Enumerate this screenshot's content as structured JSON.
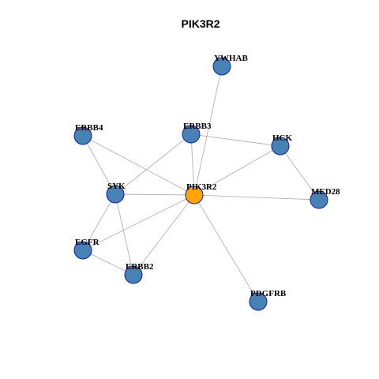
{
  "title": "PIK3R2",
  "colors": {
    "center_node": "#FFA500",
    "node": "#4682B4",
    "node_border": "#1A1AA8",
    "edge": "#B3B3B3"
  },
  "nodes": [
    {
      "id": "PIK3R2",
      "label": "PIK3R2",
      "center": true
    },
    {
      "id": "YWHAB",
      "label": "YWHAB"
    },
    {
      "id": "ERBB3",
      "label": "ERBB3"
    },
    {
      "id": "ERBB4",
      "label": "ERBB4"
    },
    {
      "id": "HCK",
      "label": "HCK"
    },
    {
      "id": "SYK",
      "label": "SYK"
    },
    {
      "id": "MED28",
      "label": "MED28"
    },
    {
      "id": "EGFR",
      "label": "EGFR"
    },
    {
      "id": "ERBB2",
      "label": "ERBB2"
    },
    {
      "id": "PDGFRB",
      "label": "PDGFRB"
    }
  ],
  "edges": [
    [
      "PIK3R2",
      "YWHAB"
    ],
    [
      "PIK3R2",
      "ERBB3"
    ],
    [
      "PIK3R2",
      "ERBB4"
    ],
    [
      "PIK3R2",
      "HCK"
    ],
    [
      "PIK3R2",
      "SYK"
    ],
    [
      "PIK3R2",
      "MED28"
    ],
    [
      "PIK3R2",
      "EGFR"
    ],
    [
      "PIK3R2",
      "ERBB2"
    ],
    [
      "PIK3R2",
      "PDGFRB"
    ],
    [
      "ERBB3",
      "HCK"
    ],
    [
      "ERBB3",
      "SYK"
    ],
    [
      "ERBB4",
      "SYK"
    ],
    [
      "HCK",
      "MED28"
    ],
    [
      "SYK",
      "EGFR"
    ],
    [
      "SYK",
      "ERBB2"
    ],
    [
      "EGFR",
      "ERBB2"
    ]
  ]
}
